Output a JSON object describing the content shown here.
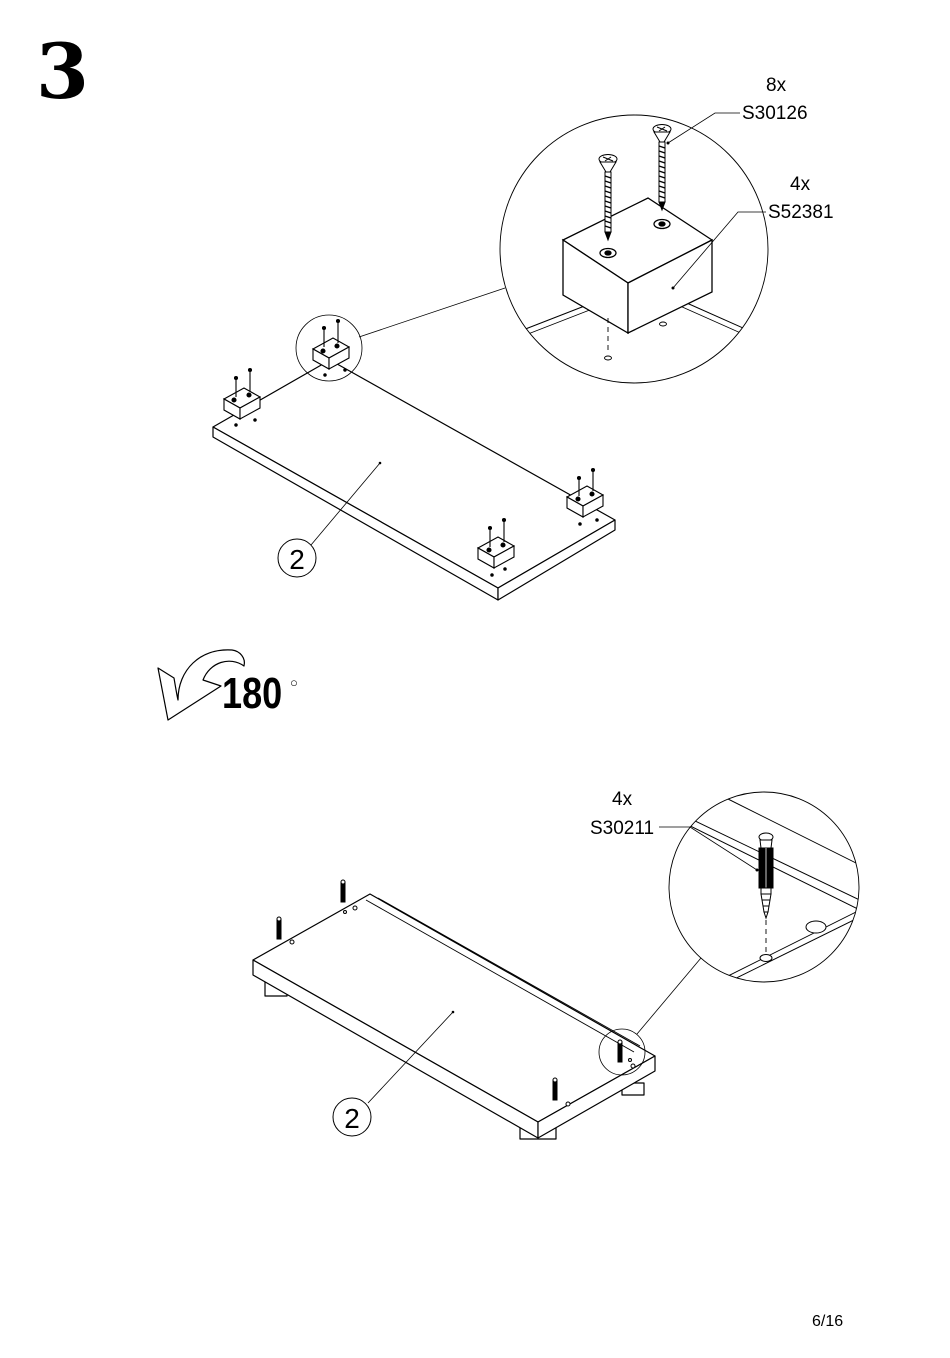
{
  "step": {
    "number": "3"
  },
  "rotation": {
    "angle": "180",
    "degree_symbol": "○"
  },
  "callouts": {
    "screw_qty": "8x",
    "screw_code": "S30126",
    "foot_qty": "4x",
    "foot_code": "S52381",
    "cam_qty": "4x",
    "cam_code": "S30211"
  },
  "parts": {
    "panel_top": "2",
    "panel_bottom": "2"
  },
  "page": {
    "number": "6/16"
  }
}
